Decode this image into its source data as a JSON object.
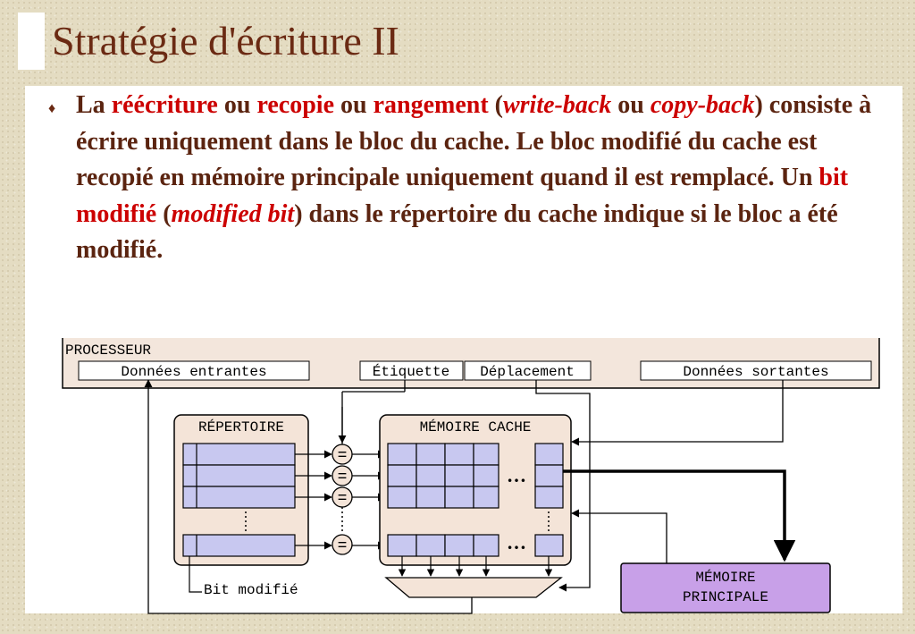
{
  "slide": {
    "title": "Stratégie d'écriture II"
  },
  "bullet": {
    "marker": "♦",
    "t1": "La ",
    "t2": "réécriture",
    "t3": " ou ",
    "t4": "recopie",
    "t5": " ou ",
    "t6": "rangement",
    "t7": " (",
    "t8": "write-back",
    "t9": " ou ",
    "t10": "copy-back",
    "t11": ") consiste à écrire uniquement dans le bloc du cache. Le bloc modifié du cache est recopié en mémoire principale uniquement quand il est remplacé. Un ",
    "t12": "bit modifié",
    "t13": " (",
    "t14": "modified bit",
    "t15": ") dans le répertoire du cache indique si le bloc a été modifié."
  },
  "diagram": {
    "processeur": "PROCESSEUR",
    "donnees_entrantes": "Données entrantes",
    "etiquette": "Étiquette",
    "deplacement": "Déplacement",
    "donnees_sortantes": "Données sortantes",
    "repertoire": "RÉPERTOIRE",
    "memoire_cache": "MÉMOIRE CACHE",
    "comparator_symbol": "=",
    "ellipsis": "…",
    "bit_modifie": "Bit modifié",
    "memoire_principale_line1": "MÉMOIRE",
    "memoire_principale_line2": "PRINCIPALE",
    "colors": {
      "title": "#6b2a13",
      "emphasis": "#cc0000",
      "block_fill": "#c8c8f0",
      "memory_fill": "#c8a0e8",
      "group_fill": "#f4e4d8"
    }
  }
}
